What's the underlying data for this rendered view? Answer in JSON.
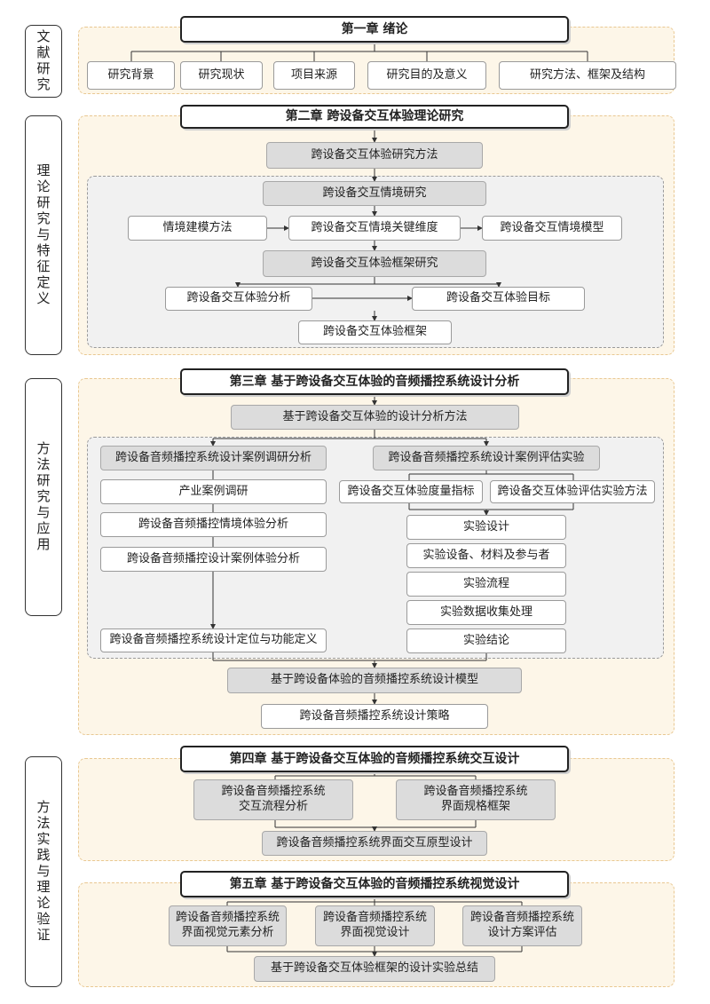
{
  "side_labels": {
    "s1": "文献研究",
    "s2": "理论研究与特征定义",
    "s3": "方法研究与应用",
    "s4": "方法实践与理论验证"
  },
  "ch1": {
    "title": "第一章  绪论",
    "items": [
      "研究背景",
      "研究现状",
      "项目来源",
      "研究目的及意义",
      "研究方法、框架及结构"
    ]
  },
  "ch2": {
    "title": "第二章  跨设备交互体验理论研究",
    "method": "跨设备交互体验研究方法",
    "situation": "跨设备交互情境研究",
    "sit_items": [
      "情境建模方法",
      "跨设备交互情境关键维度",
      "跨设备交互情境模型"
    ],
    "framework": "跨设备交互体验框架研究",
    "fw_items": [
      "跨设备交互体验分析",
      "跨设备交互体验目标"
    ],
    "fw_result": "跨设备交互体验框架"
  },
  "ch3": {
    "title": "第三章  基于跨设备交互体验的音频播控系统设计分析",
    "method": "基于跨设备交互体验的设计分析方法",
    "left_head": "跨设备音频播控系统设计案例调研分析",
    "left_items": [
      "产业案例调研",
      "跨设备音频播控情境体验分析",
      "跨设备音频播控设计案例体验分析"
    ],
    "left_result": "跨设备音频播控系统设计定位与功能定义",
    "right_head": "跨设备音频播控系统设计案例评估实验",
    "right_sub": [
      "跨设备交互体验度量指标",
      "跨设备交互体验评估实验方法"
    ],
    "right_items": [
      "实验设计",
      "实验设备、材料及参与者",
      "实验流程",
      "实验数据收集处理",
      "实验结论"
    ],
    "model": "基于跨设备体验的音频播控系统设计模型",
    "strategy": "跨设备音频播控系统设计策略"
  },
  "ch4": {
    "title": "第四章  基于跨设备交互体验的音频播控系统交互设计",
    "items": [
      "跨设备音频播控系统\n交互流程分析",
      "跨设备音频播控系统\n界面规格框架"
    ],
    "result": "跨设备音频播控系统界面交互原型设计"
  },
  "ch5": {
    "title": "第五章  基于跨设备交互体验的音频播控系统视觉设计",
    "items": [
      "跨设备音频播控系统\n界面视觉元素分析",
      "跨设备音频播控系统\n界面视觉设计",
      "跨设备音频播控系统\n设计方案评估"
    ],
    "result": "基于跨设备交互体验框架的设计实验总结"
  }
}
